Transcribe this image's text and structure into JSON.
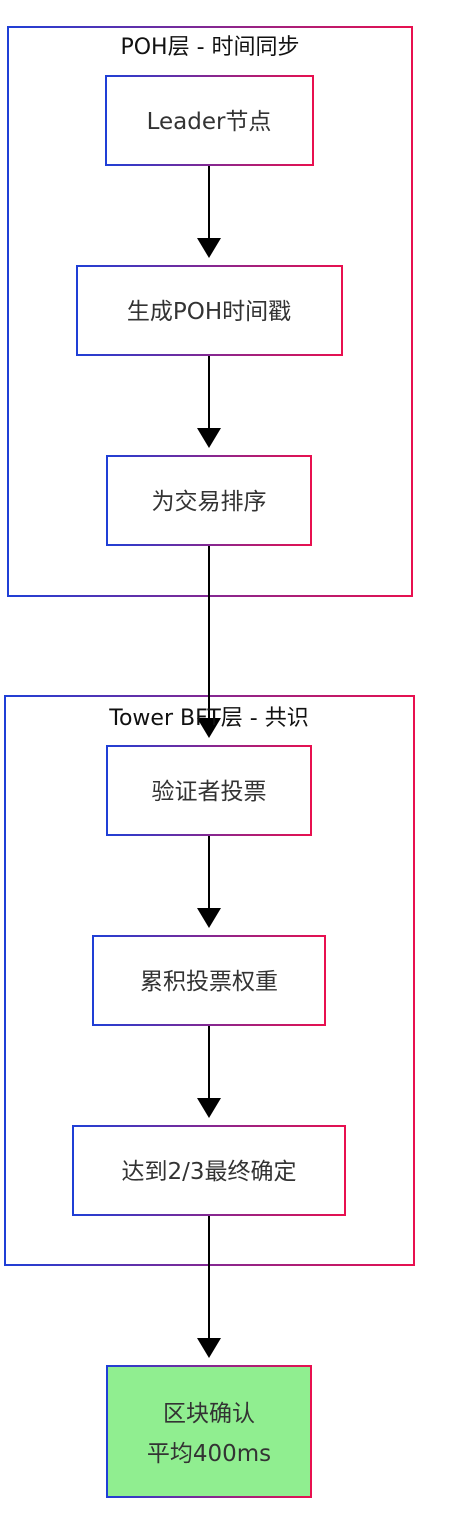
{
  "groups": {
    "poh": {
      "title": "POH层 - 时间同步"
    },
    "tower": {
      "title": "Tower BFT层 - 共识"
    }
  },
  "nodes": {
    "leader": {
      "label": "Leader节点"
    },
    "poh_timestamp": {
      "label": "生成POH时间戳"
    },
    "order_tx": {
      "label": "为交易排序"
    },
    "validator_vote": {
      "label": "验证者投票"
    },
    "accumulate_weight": {
      "label": "累积投票权重"
    },
    "reach_two_thirds": {
      "label": "达到2/3最终确定"
    },
    "block_confirm": {
      "line1": "区块确认",
      "line2": "平均400ms"
    }
  },
  "colors": {
    "gradient_start": "#1f3fd6",
    "gradient_end": "#e8104f",
    "final_node_fill": "#90ee90",
    "edge": "#000000"
  }
}
